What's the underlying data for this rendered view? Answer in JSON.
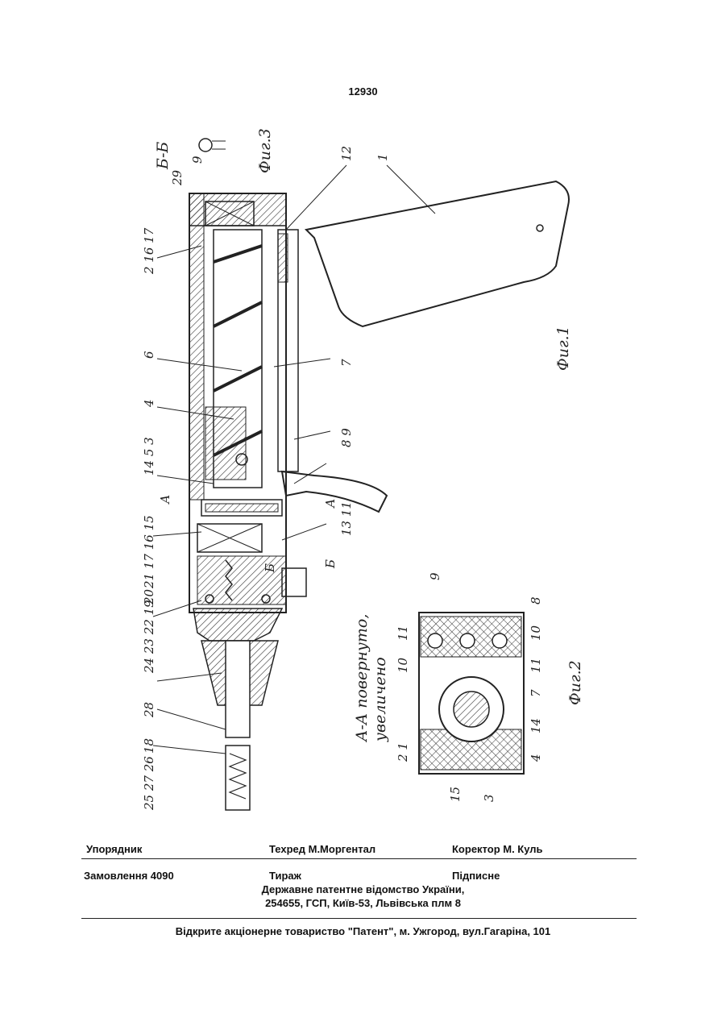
{
  "page_number": "12930",
  "figure": {
    "labels_top_row": [
      "25 27 26",
      "18",
      "28",
      "24 23 22 19",
      "20",
      "21 17 16 15",
      "А",
      "14 5 3",
      "4",
      "6",
      "2 16 17",
      "29",
      "9"
    ],
    "labels_bottom_row": [
      "1",
      "12",
      "7",
      "8 9",
      "А",
      "13 11",
      "Б",
      "Б"
    ],
    "section_bb": "Б-Б",
    "fig3": "Фиг.3",
    "fig1": "Фиг.1",
    "fig2": "Фиг.2",
    "section_aa_line1": "А-А повернуто,",
    "section_aa_line2": "увеличено",
    "fig2_labels": [
      "9",
      "8",
      "11",
      "10",
      "10",
      "11",
      "7",
      "14",
      "4",
      "3",
      "15",
      "2 1"
    ]
  },
  "footer": {
    "compiler": "Упорядник",
    "tech_editor": "Техред М.Моргентал",
    "corrector": "Коректор М. Куль",
    "order": "Замовлення 4090",
    "circulation": "Тираж",
    "signed": "Підписне",
    "office_line1": "Державне патентне відомство України,",
    "office_line2": "254655, ГСП, Київ-53, Львівська плм 8",
    "publisher": "Відкрите акціонерне товариство   \"Патент\", м. Ужгород, вул.Гагаріна, 101"
  }
}
